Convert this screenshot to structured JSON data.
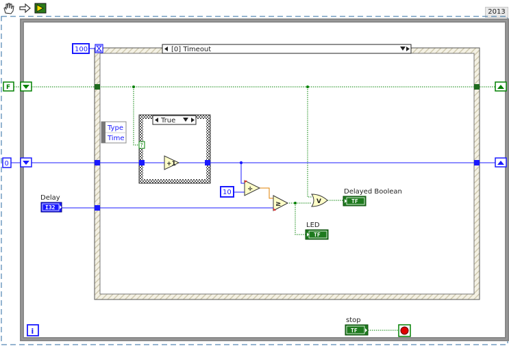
{
  "toolbar": {
    "tools": [
      {
        "name": "hand-tool-icon"
      },
      {
        "name": "step-arrow-icon"
      },
      {
        "name": "run-highlight-icon"
      }
    ],
    "version": "2013"
  },
  "colors": {
    "numeric_wire": "#1a1aff",
    "boolean_wire": "#008000",
    "structure_frame": "#888888",
    "loop_border": "#808080"
  },
  "event_structure": {
    "timeout_value": "100",
    "case_label": "[0] Timeout",
    "event_data": [
      "Type",
      "Time"
    ]
  },
  "case_structure": {
    "selector_value": "True"
  },
  "shift_register": {
    "bool_init": "F",
    "num_init": "0"
  },
  "constants": {
    "ten": "10"
  },
  "controls": {
    "delay_label": "Delay",
    "delay_type": "I32",
    "stop_label": "stop",
    "stop_type": "TF"
  },
  "indicators": {
    "delayed_label": "Delayed Boolean",
    "led_label": "LED",
    "tf": "TF"
  },
  "loop": {
    "iteration_label": "i"
  }
}
